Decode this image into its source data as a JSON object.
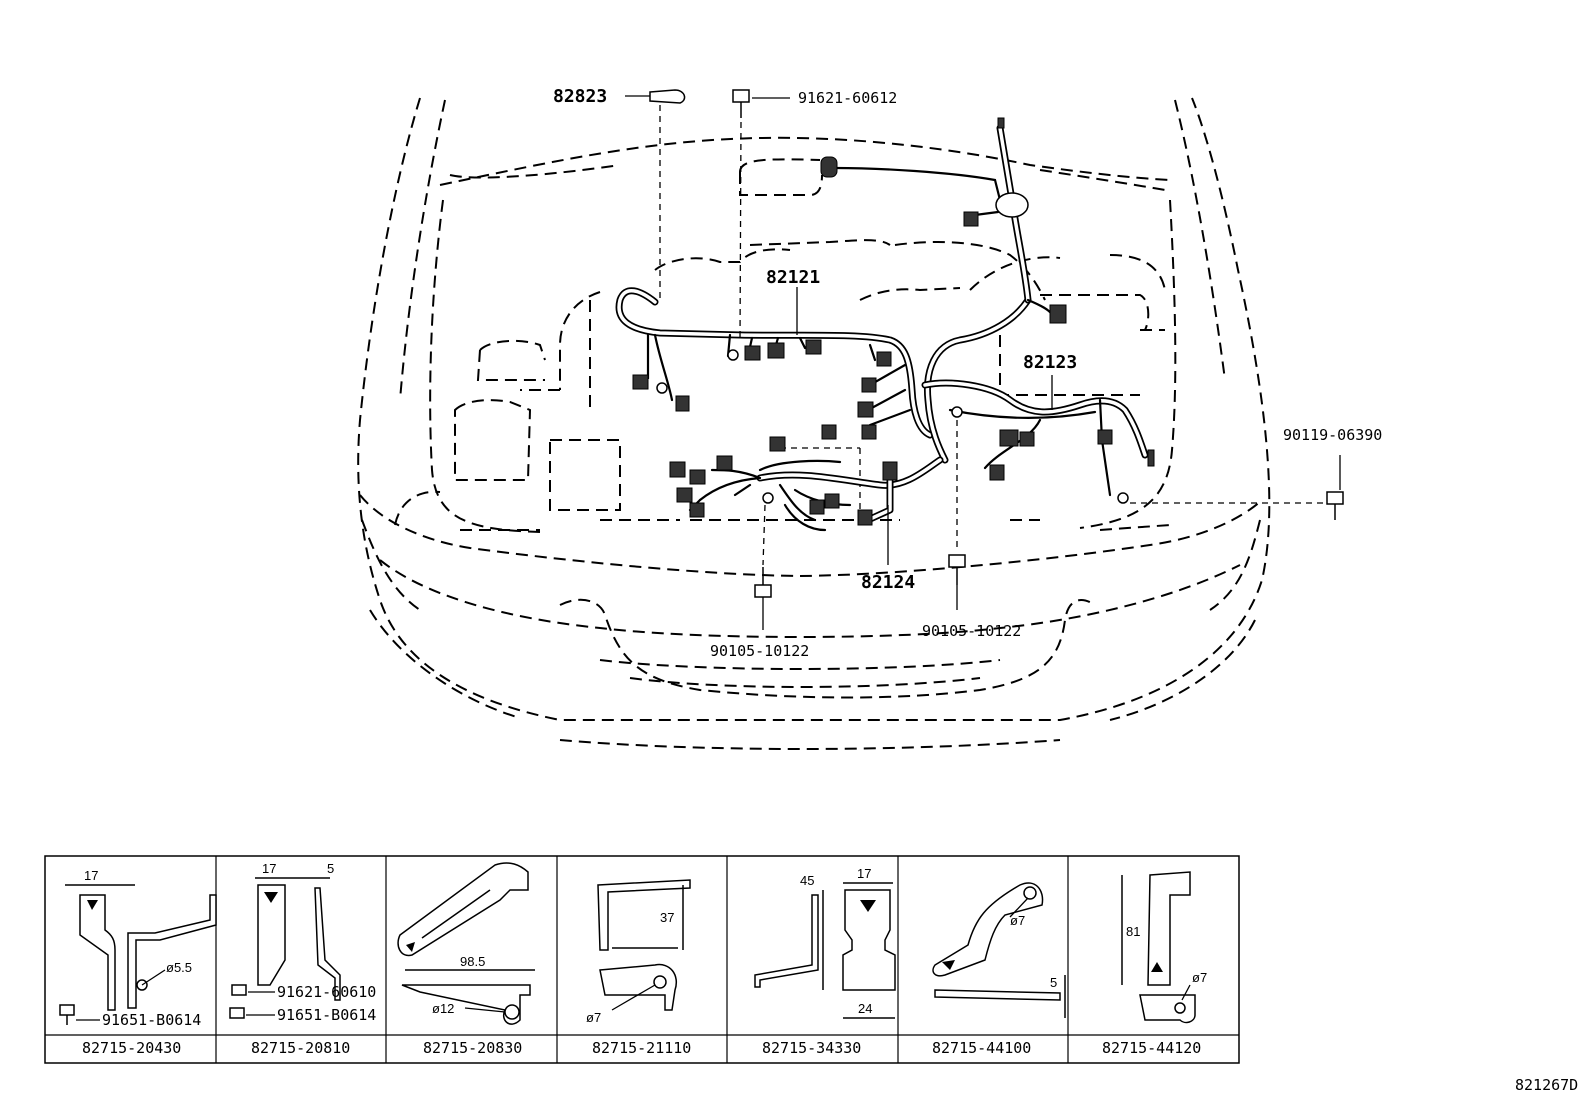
{
  "labels": {
    "p82823": "82823",
    "p91621_top": "91621-60612",
    "p82121": "82121",
    "p82123": "82123",
    "p90119": "90119-06390",
    "p82124": "82124",
    "p90105_left": "90105-10122",
    "p90105_right": "90105-10122"
  },
  "bracket_table": {
    "cells": [
      {
        "part": "82715-20430",
        "dims": [
          "17",
          "ø5.5"
        ],
        "bolts": [
          "91651-B0614"
        ]
      },
      {
        "part": "82715-20810",
        "dims": [
          "17",
          "5"
        ],
        "bolts": [
          "91621-60610",
          "91651-B0614"
        ]
      },
      {
        "part": "82715-20830",
        "dims": [
          "98.5",
          "ø12"
        ],
        "bolts": []
      },
      {
        "part": "82715-21110",
        "dims": [
          "37",
          "ø7"
        ],
        "bolts": []
      },
      {
        "part": "82715-34330",
        "dims": [
          "45",
          "17",
          "24"
        ],
        "bolts": []
      },
      {
        "part": "82715-44100",
        "dims": [
          "ø7",
          "5"
        ],
        "bolts": []
      },
      {
        "part": "82715-44120",
        "dims": [
          "81",
          "ø7"
        ],
        "bolts": []
      }
    ]
  },
  "figure_ref": "821267D"
}
